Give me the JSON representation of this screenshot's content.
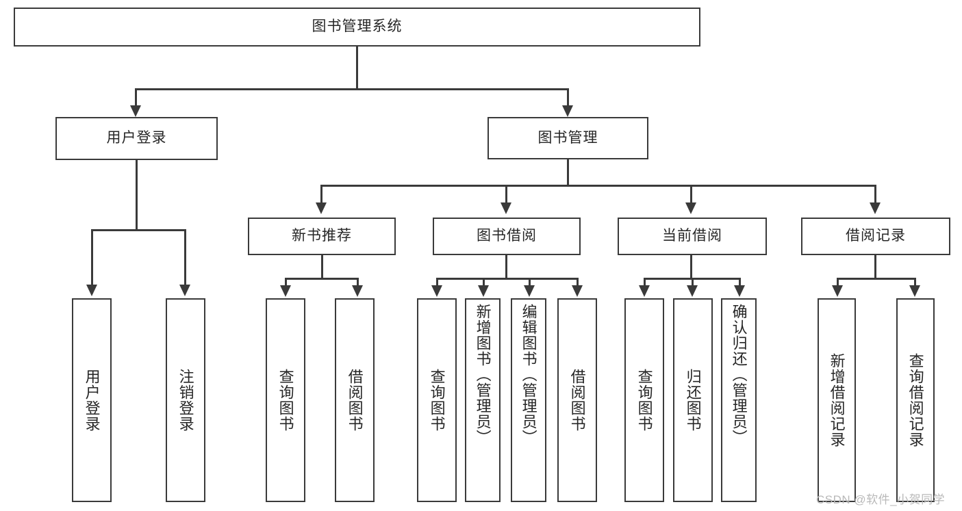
{
  "diagram": {
    "title": "图书管理系统",
    "root": {
      "label": "图书管理系统"
    },
    "level1": [
      {
        "label": "用户登录"
      },
      {
        "label": "图书管理"
      }
    ],
    "level2": [
      {
        "label": "新书推荐"
      },
      {
        "label": "图书借阅"
      },
      {
        "label": "当前借阅"
      },
      {
        "label": "借阅记录"
      }
    ],
    "leaves": {
      "user_login": [
        {
          "label": "用户登录"
        },
        {
          "label": "注销登录"
        }
      ],
      "new_book_recommend": [
        {
          "label": "查询图书"
        },
        {
          "label": "借阅图书"
        }
      ],
      "book_borrow": [
        {
          "label": "查询图书"
        },
        {
          "label": "新增图书（管理员）"
        },
        {
          "label": "编辑图书（管理员）"
        },
        {
          "label": "借阅图书"
        }
      ],
      "current_borrow": [
        {
          "label": "查询图书"
        },
        {
          "label": "归还图书"
        },
        {
          "label": "确认归还（管理员）"
        }
      ],
      "borrow_record": [
        {
          "label": "新增借阅记录"
        },
        {
          "label": "查询借阅记录"
        }
      ]
    }
  },
  "watermark": {
    "text": "CSDN @软件_小贺同学"
  },
  "colors": {
    "stroke": "#3a3a3a",
    "text": "#262626",
    "background": "#ffffff",
    "watermark": "#b9b9b9"
  }
}
